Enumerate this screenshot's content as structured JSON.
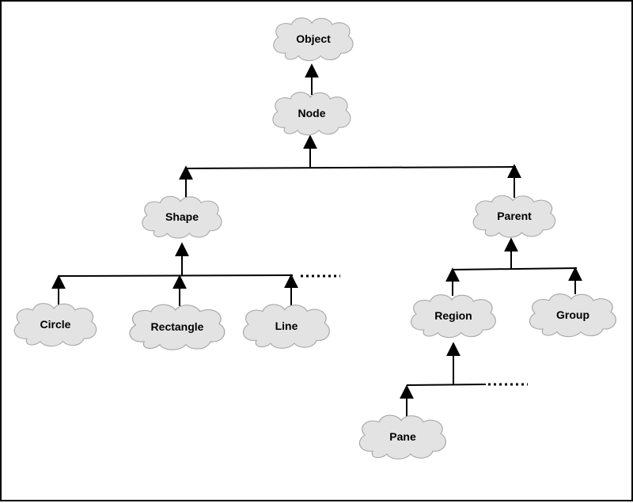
{
  "diagram": {
    "nodes": {
      "object": "Object",
      "node": "Node",
      "shape": "Shape",
      "parent": "Parent",
      "circle": "Circle",
      "rectangle": "Rectangle",
      "line": "Line",
      "region": "Region",
      "group": "Group",
      "pane": "Pane"
    },
    "edges": [
      [
        "Node",
        "Object"
      ],
      [
        "Shape",
        "Node"
      ],
      [
        "Parent",
        "Node"
      ],
      [
        "Circle",
        "Shape"
      ],
      [
        "Rectangle",
        "Shape"
      ],
      [
        "Line",
        "Shape"
      ],
      [
        "Region",
        "Parent"
      ],
      [
        "Group",
        "Parent"
      ],
      [
        "Pane",
        "Region"
      ]
    ],
    "continuation_marker": "......",
    "colors": {
      "cloud_fill": "#e3e3e3",
      "cloud_stroke": "#a8a8a8",
      "line": "#000000"
    }
  }
}
